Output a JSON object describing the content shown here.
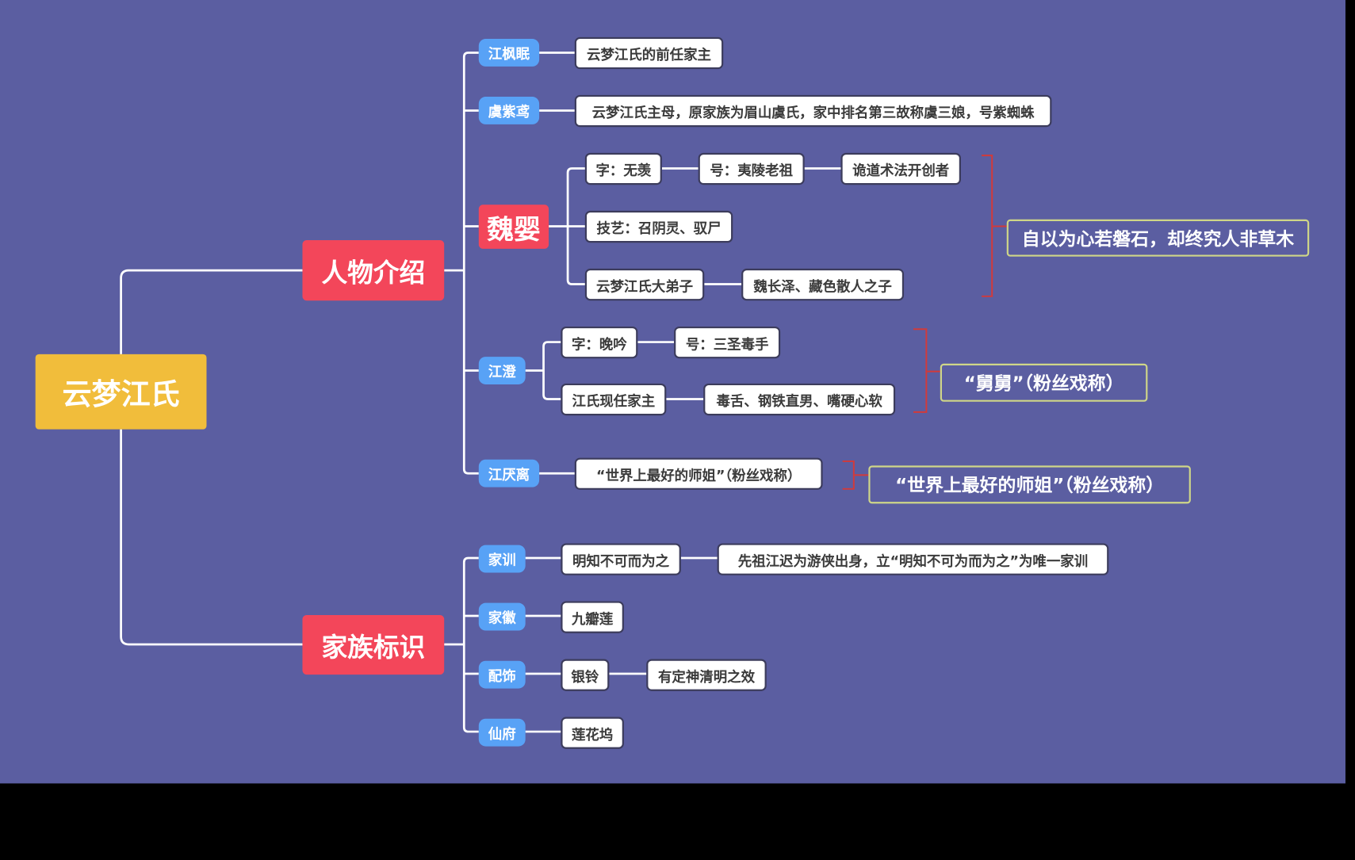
{
  "colors": {
    "background": "#5b5ea1",
    "root": "#f1bd3b",
    "branch": "#f3465a",
    "pill": "#58a2f6",
    "leaf_bg": "#ffffff",
    "connector": "#ffffff",
    "bracket": "#d23a3a",
    "summary_border": "#cfd688"
  },
  "root": {
    "label": "云梦江氏"
  },
  "branches": {
    "people": {
      "label": "人物介绍"
    },
    "identity": {
      "label": "家族标识"
    }
  },
  "people": {
    "jiang_fengmian": {
      "label": "江枫眠",
      "desc": "云梦江氏的前任家主"
    },
    "yu_ziyuan": {
      "label": "虞紫鸢",
      "desc": "云梦江氏主母，原家族为眉山虞氏，家中排名第三故称虞三娘，号紫蜘蛛"
    },
    "wei_ying": {
      "label": "魏婴",
      "zi": "字：无羡",
      "hao": "号：夷陵老祖",
      "founder": "诡道术法开创者",
      "skills": "技艺：召阴灵、驭尸",
      "disciple": "云梦江氏大弟子",
      "parents": "魏长泽、藏色散人之子",
      "summary": "自以为心若磐石，却终究人非草木"
    },
    "jiang_cheng": {
      "label": "江澄",
      "zi": "字：晚吟",
      "hao": "号：三圣毒手",
      "role": "江氏现任家主",
      "traits": "毒舌、钢铁直男、嘴硬心软",
      "summary": "“舅舅”（粉丝戏称）"
    },
    "jiang_yanli": {
      "label": "江厌离",
      "desc": "“世界上最好的师姐”（粉丝戏称）",
      "summary": "“世界上最好的师姐”（粉丝戏称）"
    }
  },
  "identity": {
    "motto": {
      "label": "家训",
      "value": "明知不可而为之",
      "desc": "先祖江迟为游侠出身，立“明知不可为而为之”为唯一家训"
    },
    "emblem": {
      "label": "家徽",
      "value": "九瓣莲"
    },
    "accessory": {
      "label": "配饰",
      "value": "银铃",
      "desc": "有定神清明之效"
    },
    "residence": {
      "label": "仙府",
      "value": "莲花坞"
    }
  }
}
